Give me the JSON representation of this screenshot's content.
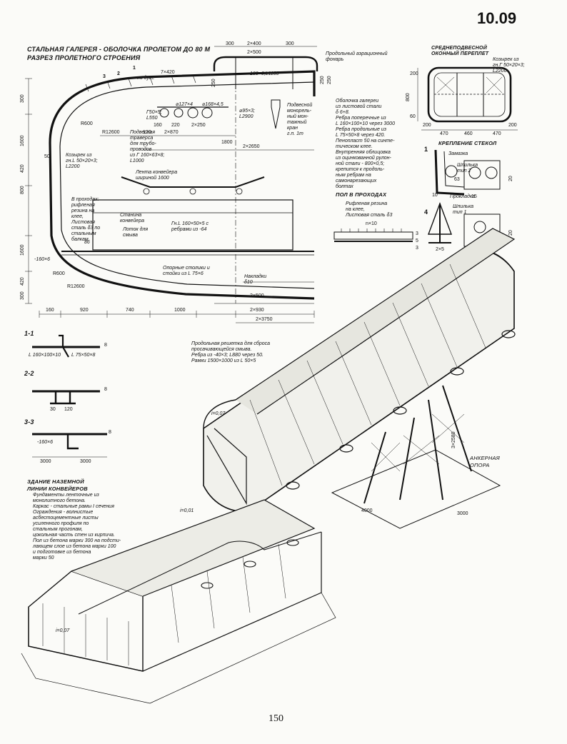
{
  "sheet": {
    "number": "10.09",
    "page": "150",
    "title": "СТАЛЬНАЯ ГАЛЕРЕЯ - ОБОЛОЧКА ПРОЛЕТОМ ДО 80 М",
    "subtitle": "РАЗРЕЗ ПРОЛЕТНОГО СТРОЕНИЯ"
  },
  "section": {
    "top_dims": [
      "300",
      "2×400",
      "2×500",
      "300"
    ],
    "rib_spacing": "7×420",
    "on_arc": "по дуге",
    "markers": [
      "1",
      "2",
      "3"
    ],
    "dims_horizontal": [
      "160",
      "920",
      "740",
      "1000",
      "2×500",
      "2×930",
      "2×3750",
      "2×870",
      "1800",
      "2×2650",
      "120",
      "160",
      "220",
      "2×250"
    ],
    "dims_vertical": [
      "300",
      "1600",
      "420",
      "800",
      "1600",
      "420",
      "300",
      "50",
      "250",
      "250",
      "250"
    ],
    "radii": [
      "R600",
      "R12600",
      "R600",
      "R12600"
    ],
    "profiles": [
      "Г50×5;\nL550",
      "⌀127×4",
      "⌀168×4,5",
      "⌀95×3;\nL2900",
      "100×6;L1100",
      "-160×6",
      "86"
    ],
    "labels": [
      "Козырек из\nгн.L 50×20×3;\nL2200",
      "Подвесная\nтраверса\nдля трубо-\nпроводов\nиз Г 160×63×8;\nL1000",
      "Лента конвейера\nшириной 1600",
      "В проходах:\nрифленая\nрезина на\nклее,\nЛистовая\nсталь δ3 по\nстальным\nбалкам",
      "Станина\nконвейера",
      "Лоток для\nсмыва",
      "Гн.L 160×50×5 с\nребрами из -64",
      "Опорные столики и\nстойки из L 75×6",
      "Накладки\nδ10",
      "Продольный аэрационный\nфонарь",
      "Подвесной\nмонорель-\nный мон-\nтажный\nкран\nг.п. 1т",
      "Продольная решетка для сброса\nпросачивающейся смыва.\nРебра из -40×3; L880 через 50.\nРамки 1500×1000 из L 50×5"
    ]
  },
  "notes": "Оболочка галереи\nиз листовой стали\nδ 6+8.\nРебра поперечные из\nL 160×100×10 через 3000\nРебра продольные из\nL 75×50×8 через 420.\nПенопласт 50 на синте-\nтическом клее.\nВнутренняя облицовка\nиз оцинкованной рулон-\nной стали - 800×0,5;\nкрепится к продоль-\nным ребрам на\nсамонарезающих\nболтах",
  "window": {
    "title": "СРЕДНЕПОДВЕСНОЙ\nОКОННЫЙ ПЕРЕПЛЕТ",
    "note": "Козырек из\nгн.Г 50×20×3;\nL2200",
    "dims": [
      "200",
      "470",
      "460",
      "470",
      "200",
      "200",
      "800",
      "60"
    ]
  },
  "glass": {
    "title": "КРЕПЛЕНИЕ СТЕКОЛ",
    "labels": [
      "Замазка",
      "Шпилька\nтип 2",
      "63",
      "Прокладка",
      "Шпилька\nтип 1",
      "15",
      "20",
      "10",
      "2×5",
      "20"
    ],
    "markers": [
      "1",
      "4"
    ]
  },
  "floor": {
    "title": "ПОЛ В ПРОХОДАХ",
    "note": "Рифленая резина\nна клее,\nЛистовая сталь δ3",
    "dims": [
      "n×10",
      "3",
      "5",
      "3"
    ]
  },
  "profile_sections": [
    {
      "mark": "1-1",
      "labels": [
        "L 160×100×10",
        "L 75×50×8"
      ],
      "dims": [
        "8"
      ]
    },
    {
      "mark": "2-2",
      "labels": [],
      "dims": [
        "30",
        "120",
        "8"
      ]
    },
    {
      "mark": "3-3",
      "labels": [
        "-160×6"
      ],
      "dims": [
        "3000",
        "3000",
        "8"
      ]
    }
  ],
  "gallery": {
    "slope": "i=0,07",
    "support_label": "АНКЕРНАЯ\nОПОРА",
    "dims": [
      "3×2580",
      "4000",
      "3000"
    ]
  },
  "building": {
    "title": "ЗДАНИЕ НАЗЕМНОЙ\nЛИНИИ КОНВЕЙЕРОВ",
    "slope": "i=0,01",
    "slope2": "i=0,07",
    "notes": "Фундаменты ленточные из\nмонолитного бетона.\nКаркас - стальные рамы I сечения\nОграждения - волнистые\nасбестоцементные листы\nусиленного профиля по\nстальным прогонам,\nцокольная часть стен из кирпича.\nПол из бетона марки 300 на подсти-\nлающем слое из бетона марки 100\nи подготовке из бетона\nмарки 50"
  }
}
